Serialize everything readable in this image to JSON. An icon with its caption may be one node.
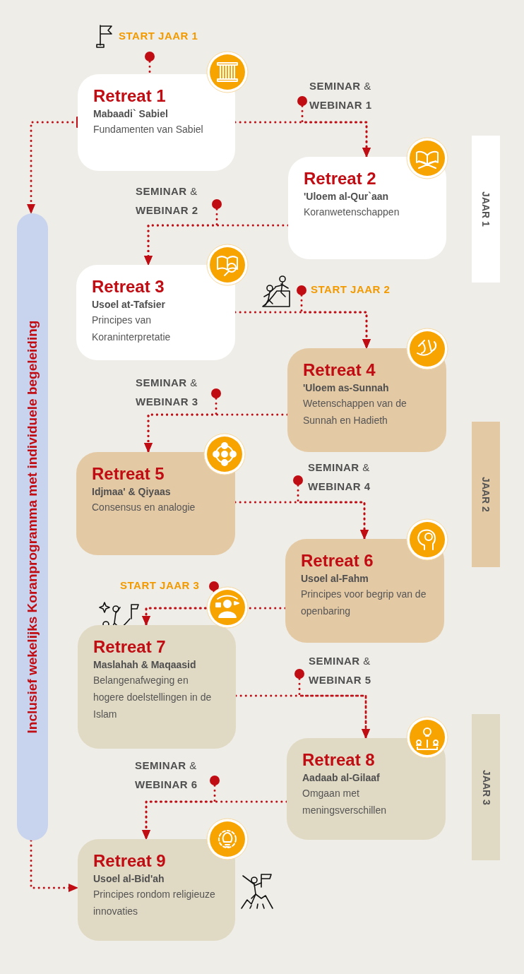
{
  "diagram": {
    "nodes": [
      {
        "text": [
          "Retreat 1",
          "Mabaadi` Sabiel",
          "Fundamenten van Sabiel"
        ]
      },
      {
        "text": [
          "Retreat 2",
          "'Uloem al-Qur`aan",
          "Koranwetenschappen"
        ]
      },
      {
        "text": [
          "Retreat 3",
          "Usoel at-Tafsier",
          "Principes van Koraninterpretatie"
        ]
      },
      {
        "text": [
          "Retreat 4",
          "'Uloem as-Sunnah",
          "Wetenschappen van de Sunnah en Hadieth"
        ]
      },
      {
        "text": [
          "Retreat 5",
          "Idjmaa' & Qiyaas",
          "Consensus en analogie"
        ]
      },
      {
        "text": [
          "Retreat 6",
          "Usoel al-Fahm",
          "Principes voor begrip van de openbaring"
        ]
      },
      {
        "text": [
          "Retreat 7",
          "Maslahah & Maqaasid",
          "Belangenafweging en hogere doelstellingen in de Islam"
        ]
      },
      {
        "text": [
          "Retreat 8",
          "Aadaab al-Gilaaf",
          "Omgaan met meningsverschillen"
        ]
      },
      {
        "text": [
          "Retreat 9",
          "Usoel al-Bid'ah",
          "Principes rondom religieuze innovaties"
        ]
      },
      {
        "text": [
          "START JAAR 1"
        ]
      },
      {
        "text": [
          "**SEMINAR** & **WEBINAR 1**"
        ]
      },
      {
        "text": [
          "**SEMINAR** & **WEBINAR 2**"
        ]
      },
      {
        "text": [
          "START JAAR 2"
        ]
      },
      {
        "text": [
          "**SEMINAR** & **WEBINAR 3**"
        ]
      },
      {
        "text": [
          "**SEMINAR** & **WEBINAR 4**"
        ]
      },
      {
        "text": [
          "START JAAR 3"
        ]
      },
      {
        "text": [
          "**SEMINAR** & **WEBINAR 5**"
        ]
      },
      {
        "text": [
          "**SEMINAR** & **WEBINAR 6**"
        ]
      },
      {
        "text": [
          "Inclusief wekelijks Koranprogramma met individuele begeleiding"
        ]
      },
      {
        "text": [
          "JAAR 1"
        ]
      },
      {
        "text": [
          "JAAR 2"
        ]
      },
      {
        "text": [
          "JAAR 3"
        ]
      }
    ],
    "edges": [
      {
        "from": 9,
        "to": 0,
        "arrow": "other"
      },
      {
        "from": 0,
        "to": 1,
        "arrow": "to"
      },
      {
        "from": 10,
        "to": 1,
        "arrow": "to"
      },
      {
        "from": 1,
        "to": 2,
        "arrow": "to"
      },
      {
        "from": 11,
        "to": 2,
        "arrow": "to"
      },
      {
        "from": 2,
        "to": 3,
        "arrow": "to"
      },
      {
        "from": 12,
        "to": 3,
        "arrow": "to"
      },
      {
        "from": 3,
        "to": 4,
        "arrow": "to"
      },
      {
        "from": 13,
        "to": 4,
        "arrow": "to"
      },
      {
        "from": 4,
        "to": 5,
        "arrow": "to"
      },
      {
        "from": 14,
        "to": 5,
        "arrow": "to"
      },
      {
        "from": 5,
        "to": 6,
        "arrow": "to"
      },
      {
        "from": 15,
        "to": 6,
        "arrow": "to"
      },
      {
        "from": 6,
        "to": 7,
        "arrow": "to"
      },
      {
        "from": 16,
        "to": 7,
        "arrow": "to"
      },
      {
        "from": 7,
        "to": 8,
        "arrow": "to"
      },
      {
        "from": 17,
        "to": 8,
        "arrow": "to"
      },
      {
        "from": 0,
        "to": 18,
        "arrow": "to"
      },
      {
        "from": 18,
        "to": 8,
        "arrow": "to"
      }
    ]
  }
}
